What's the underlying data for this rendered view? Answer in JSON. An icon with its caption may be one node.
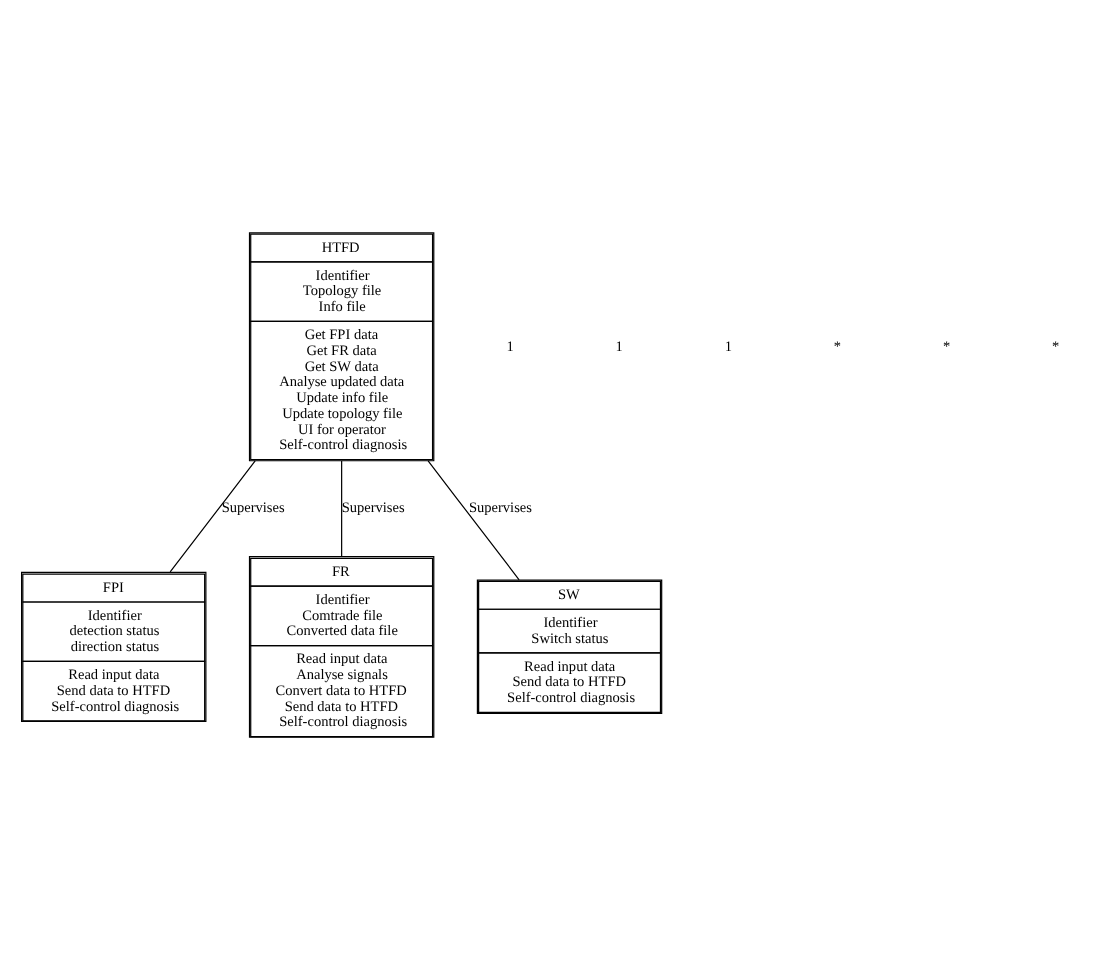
{
  "diagram": {
    "nodes": [
      {
        "text": [
          "HTFD",
          "Identifier Topology file Info file",
          "Get FPI data Get FR data Get SW data Analyse updated data Update info file Update topology file UI for operator Self-control diagnosis"
        ]
      },
      {
        "text": [
          "FPI",
          "Identifier detection status direction status",
          "Read input data Send data to HTFD Self-control diagnosis"
        ]
      },
      {
        "text": [
          "FR",
          "Identifier Comtrade file Converted data file",
          "Read input data Analyse signals Convert data to HTFD Send data to HTFD Self-control diagnosis"
        ]
      },
      {
        "text": [
          "SW",
          "Identifier Switch status",
          "Read input data Send data to HTFD Self-control diagnosis"
        ]
      }
    ],
    "edges": [
      {
        "from": 0,
        "to": 1,
        "arrow": "none",
        "label": "Supervises"
      },
      {
        "from": 0,
        "to": 2,
        "arrow": "none",
        "label": "Supervises"
      },
      {
        "from": 0,
        "to": 3,
        "arrow": "none",
        "label": "Supervises"
      }
    ],
    "labels": [
      "1",
      "1",
      "1",
      "*",
      "*",
      "*"
    ]
  }
}
